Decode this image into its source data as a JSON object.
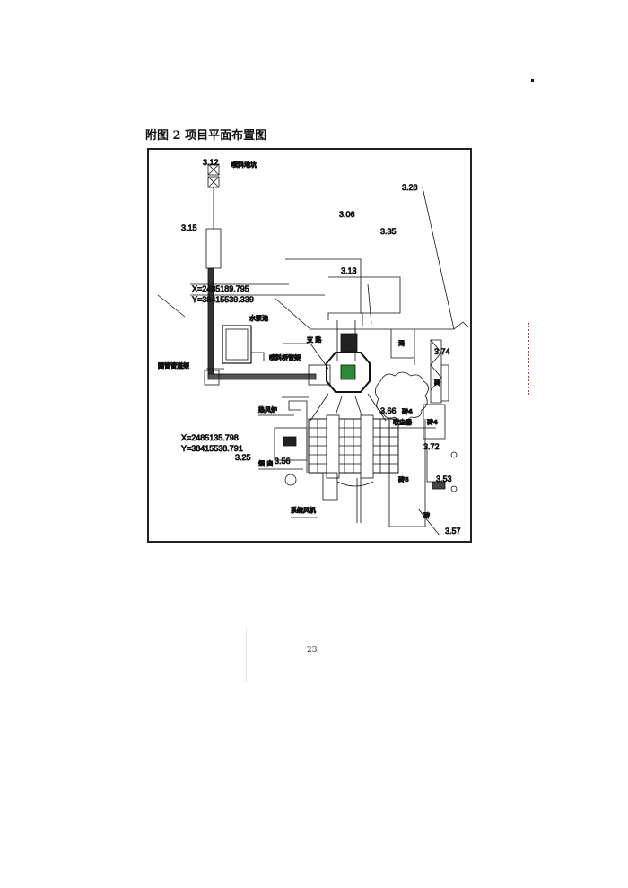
{
  "title": "附图 2  项目平面布置图",
  "page_number": "23",
  "diagram": {
    "elevations": [
      "3.12",
      "3.15",
      "3.06",
      "3.28",
      "3.35",
      "3.13",
      "3.74",
      "3.66",
      "3.72",
      "3.25",
      "3.56",
      "3.53",
      "3.57"
    ],
    "coordinates": {
      "point1_x": "X=2485189.795",
      "point1_y": "Y=38415539.339",
      "point2_x": "X=2485135.798",
      "point2_y": "Y=38415538.791"
    },
    "labels": {
      "spray_pit": "喷料地坑",
      "pump_pool": "水泵池",
      "pipe_rack": "回管管道架",
      "spray_rack": "喷料桥管架",
      "branch_road": "支 路",
      "hot_blast_stove": "热风炉",
      "chimney": "烟 囱",
      "system_fan": "系统风机",
      "dust_collector": "收尘器",
      "building_4a": "砖4",
      "building_4b": "砖4",
      "building_5": "砖5",
      "small_a": "砖",
      "small_b": "砖",
      "small_c": "渴"
    }
  }
}
